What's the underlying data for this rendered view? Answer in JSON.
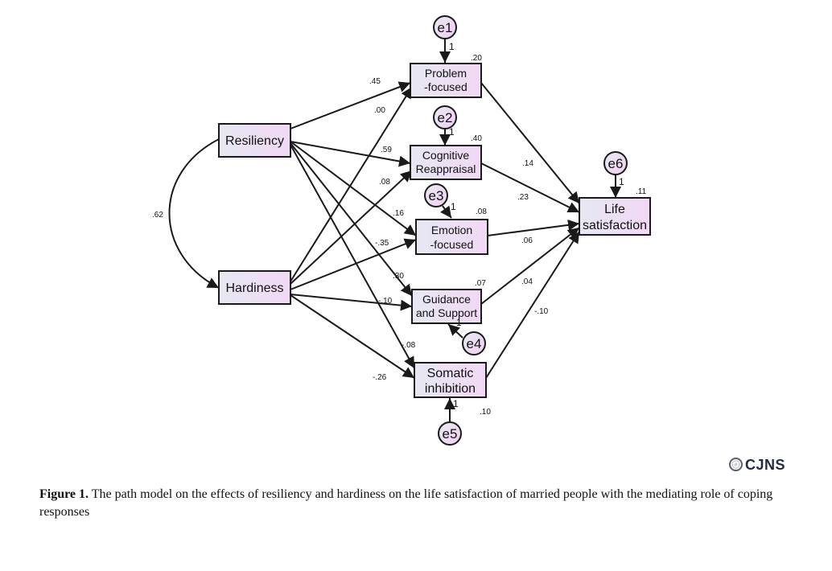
{
  "nodes": {
    "resiliency": "Resiliency",
    "hardiness": "Hardiness",
    "problem": [
      "Problem",
      "-focused"
    ],
    "cognitive": [
      "Cognitive",
      "Reappraisal"
    ],
    "emotion": [
      "Emotion",
      "-focused"
    ],
    "guidance": [
      "Guidance",
      "and Support"
    ],
    "somatic": [
      "Somatic",
      "inhibition"
    ],
    "life": [
      "Life",
      "satisfaction"
    ]
  },
  "errors": {
    "e1": "e1",
    "e2": "e2",
    "e3": "e3",
    "e4": "e4",
    "e5": "e5",
    "e6": "e6"
  },
  "error_weight": "1",
  "r_squared": {
    "problem": ".20",
    "cognitive": ".40",
    "emotion": ".08",
    "guidance": ".07",
    "somatic": ".10",
    "life": ".11"
  },
  "covariance": {
    "resiliency_hardiness": ".62"
  },
  "paths": {
    "res_problem": ".45",
    "har_problem": ".00",
    "res_cognitive": ".59",
    "har_cognitive": ".08",
    "res_emotion": ".16",
    "har_emotion": "-.35",
    "res_guidance": ".30",
    "har_guidance": "-.10",
    "res_somatic": "-.08",
    "har_somatic": "-.26",
    "problem_life": ".14",
    "cognitive_life": ".23",
    "emotion_life": ".06",
    "guidance_life": ".04",
    "somatic_life": "-.10"
  },
  "logo_text": "CJNS",
  "caption": {
    "label": "Figure 1.",
    "text": " The path model on the effects of resiliency and hardiness on the life satisfaction of married people with the mediating role of coping responses"
  }
}
